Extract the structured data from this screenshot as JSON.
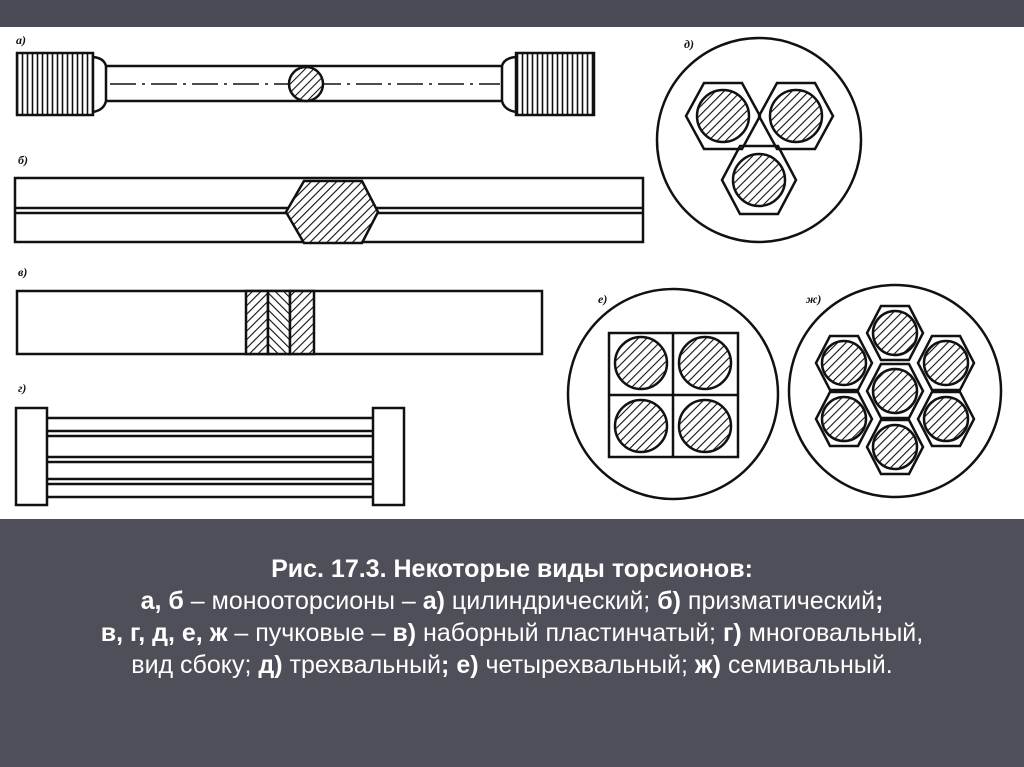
{
  "figure": {
    "labels": {
      "a": "а)",
      "b": "б)",
      "v": "в)",
      "g": "г)",
      "d": "д)",
      "e": "е)",
      "zh": "ж)"
    }
  },
  "caption": {
    "title": "Рис. 17.3. Некоторые виды торсионов:",
    "line2": {
      "p1": "а, б",
      "p2": " – монооторсионы – ",
      "p3": "а)",
      "p4": " цилиндрический; ",
      "p5": "б)",
      "p6": " призматический",
      "p7": ";"
    },
    "line3": {
      "p1": "в, г, д, е, ж",
      "p2": " – пучковые – ",
      "p3": "в)",
      "p4": " наборный пластинчатый; ",
      "p5": "г)",
      "p6": " многовальный,"
    },
    "line4": {
      "p1": "вид сбоку; ",
      "p2": "д)",
      "p3": " трехвальный",
      "p4": "; ",
      "p5": "е)",
      "p6": " четырехвальный; ",
      "p7": "ж)",
      "p8": " семивальный."
    }
  }
}
